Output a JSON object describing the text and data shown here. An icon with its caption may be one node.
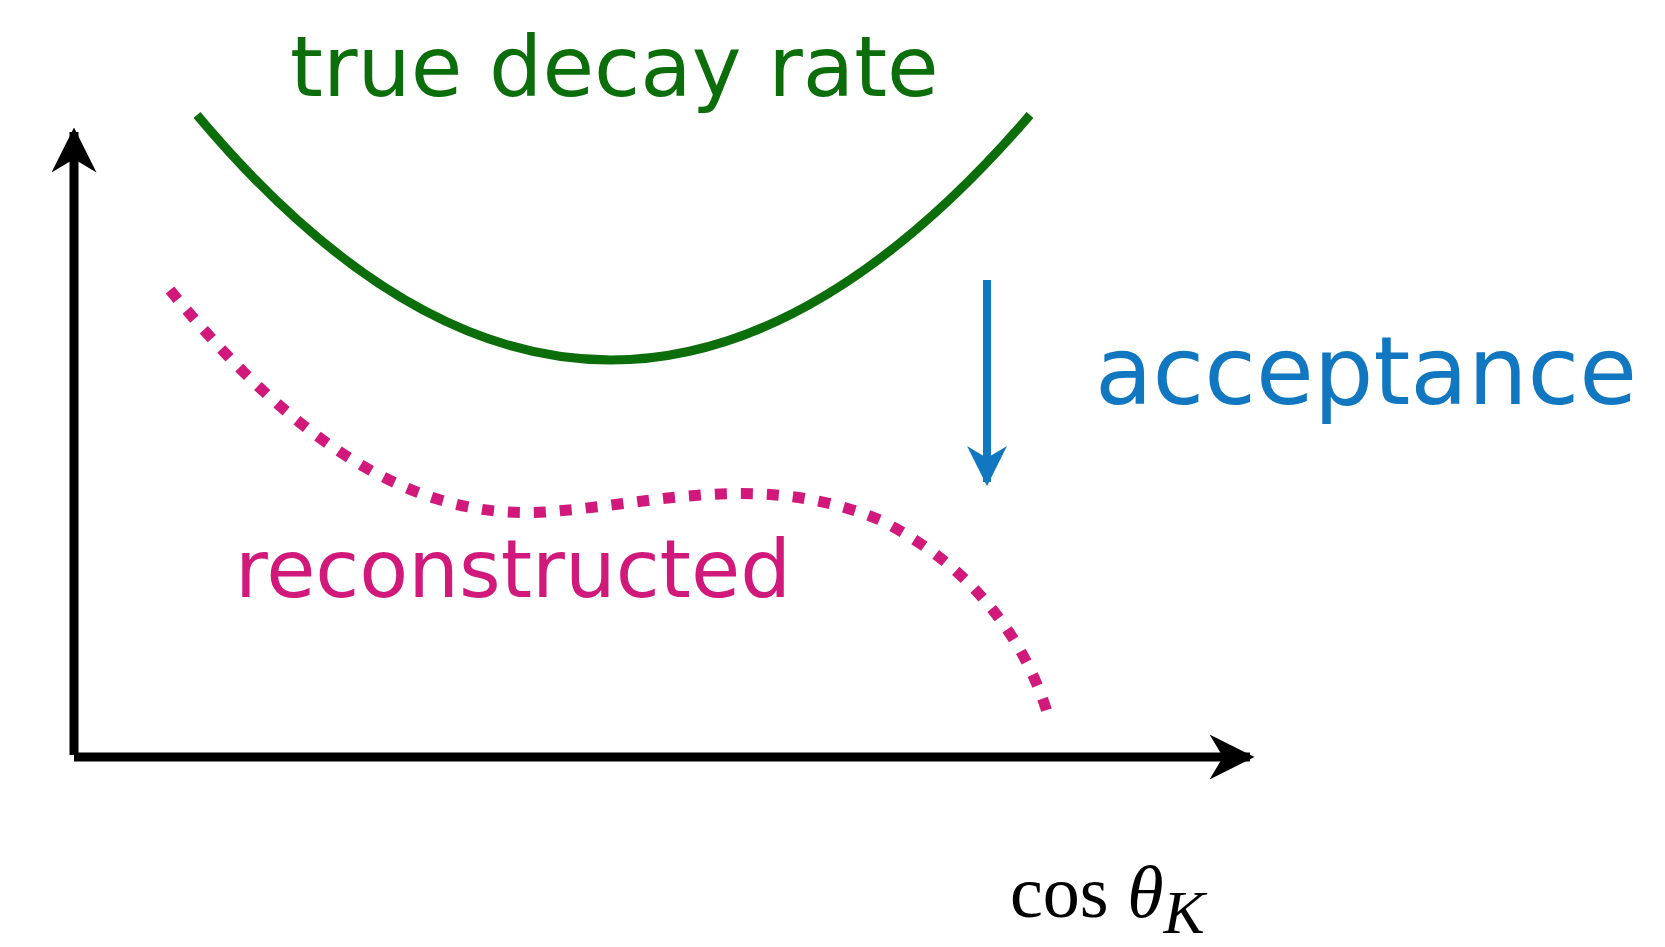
{
  "diagram": {
    "labels": [
      "true decay rate",
      "acceptance",
      "reconstructed",
      "cos *θ*$_{K}$"
    ]
  }
}
